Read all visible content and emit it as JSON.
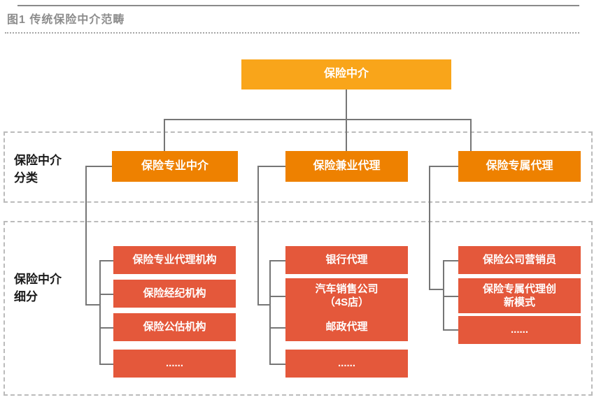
{
  "figure": {
    "title": "图1 传统保险中介范畴"
  },
  "colors": {
    "root-fill": "#F9A51A",
    "level2-fill": "#EE8100",
    "level3-fill": "#E4583B",
    "line": "#767676",
    "dashed-border": "#BBBBBB",
    "title-text": "#8C8C8C",
    "label-text": "#1A1A1A"
  },
  "root": {
    "label": "保险中介"
  },
  "regions": [
    {
      "label": "保险中介\n分类"
    },
    {
      "label": "保险中介\n细分"
    }
  ],
  "branches": [
    {
      "label": "保险专业中介",
      "children": [
        "保险专业代理机构",
        "保险经纪机构",
        "保险公估机构",
        "......"
      ]
    },
    {
      "label": "保险兼业代理",
      "children": [
        "银行代理",
        "汽车销售公司\n（4S店）",
        "邮政代理",
        "......"
      ]
    },
    {
      "label": "保险专属代理",
      "children": [
        "保险公司营销员",
        "保险专属代理创\n新模式",
        "......"
      ]
    }
  ]
}
